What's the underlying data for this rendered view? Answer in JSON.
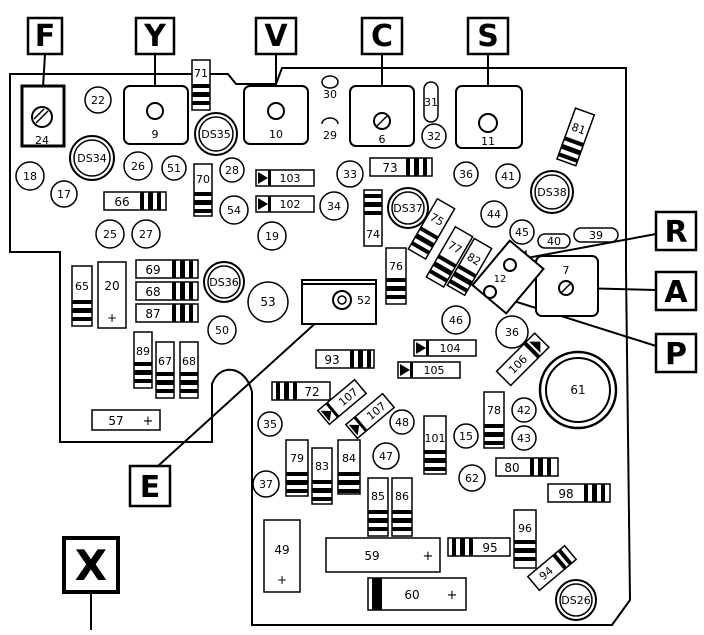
{
  "diagram": {
    "callouts": {
      "F": "F",
      "Y": "Y",
      "V": "V",
      "C": "C",
      "S": "S",
      "R": "R",
      "A": "A",
      "P": "P",
      "E": "E",
      "X": "X"
    },
    "adjusters": {
      "a24": "24",
      "a9": "9",
      "a10": "10",
      "a6": "6",
      "a11": "11",
      "a7": "7",
      "a12": "12",
      "a52": "52"
    },
    "lamps": {
      "ds34": "DS34",
      "ds35": "DS35",
      "ds36": "DS36",
      "ds37": "DS37",
      "ds38": "DS38",
      "ds26": "DS26"
    },
    "caps": {
      "c22": "22",
      "c26": "26",
      "c51": "51",
      "c28": "28",
      "c18": "18",
      "c17": "17",
      "c54": "54",
      "c19": "19",
      "c34": "34",
      "c33": "33",
      "c25": "25",
      "c27": "27",
      "c53": "53",
      "c50": "50",
      "c36a": "36",
      "c41": "41",
      "c44": "44",
      "c45": "45",
      "c46": "46",
      "c36b": "36",
      "c42": "42",
      "c43": "43",
      "c35": "35",
      "c37": "37",
      "c48": "48",
      "c47": "47",
      "c15": "15",
      "c62": "62",
      "c61": "61",
      "c32": "32",
      "c30": "30",
      "c29": "29",
      "c31": "31",
      "c40": "40",
      "c39": "39"
    },
    "parts": {
      "r71": "71",
      "r81": "81",
      "r73": "73",
      "r103": "103",
      "r102": "102",
      "r66": "66",
      "r70": "70",
      "r74": "74",
      "r75": "75",
      "r77": "77",
      "r82": "82",
      "r76": "76",
      "r69": "69",
      "r68h": "68",
      "r87": "87",
      "r65": "65",
      "r20": "20",
      "r20p": "+",
      "r89": "89",
      "r67": "67",
      "r68v": "68",
      "r93": "93",
      "r104": "104",
      "r105": "105",
      "r106": "106",
      "r72": "72",
      "r107a": "107",
      "r107b": "107",
      "r57": "57",
      "r57p": "+",
      "r78": "78",
      "r101": "101",
      "r79": "79",
      "r83": "83",
      "r84": "84",
      "r80": "80",
      "r98": "98",
      "r85": "85",
      "r86": "86",
      "r96": "96",
      "r95": "95",
      "r94": "94",
      "r49": "49",
      "r49p": "+",
      "r59": "59",
      "r59p": "+",
      "r60": "60",
      "r60p": "+"
    }
  }
}
